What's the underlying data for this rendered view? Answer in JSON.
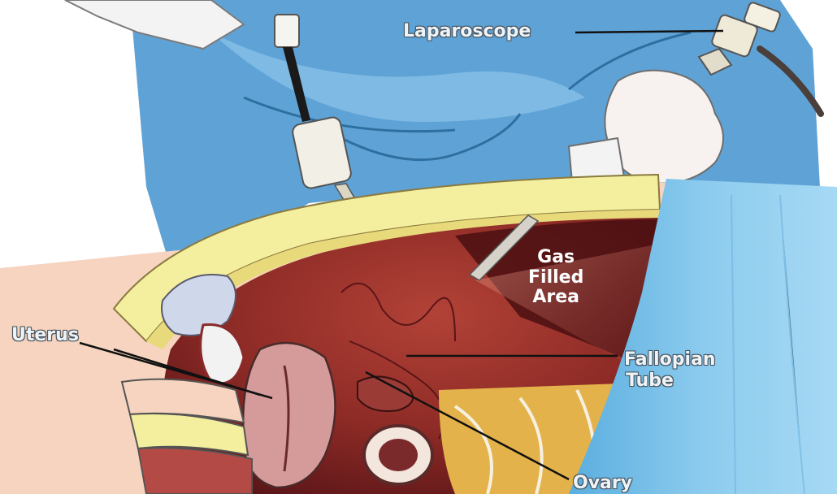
{
  "diagram": {
    "labels": {
      "laparoscope": "Laparoscope",
      "gas_line1": "Gas",
      "gas_line2": "Filled",
      "gas_line3": "Area",
      "uterus": "Uterus",
      "fallopian_line1": "Fallopian",
      "fallopian_line2": "Tube",
      "ovary": "Ovary"
    },
    "colors": {
      "gown": "#5fa3d6",
      "gown_light": "#8cc3ea",
      "skin": "#f6d4bf",
      "fat_layer": "#f4ef9e",
      "cavity": "#8e2b26",
      "cavity_dark": "#4a0f12",
      "uterus": "#c98a8a",
      "bowel": "#e3b24a",
      "drape": "#7cc0e8"
    }
  }
}
